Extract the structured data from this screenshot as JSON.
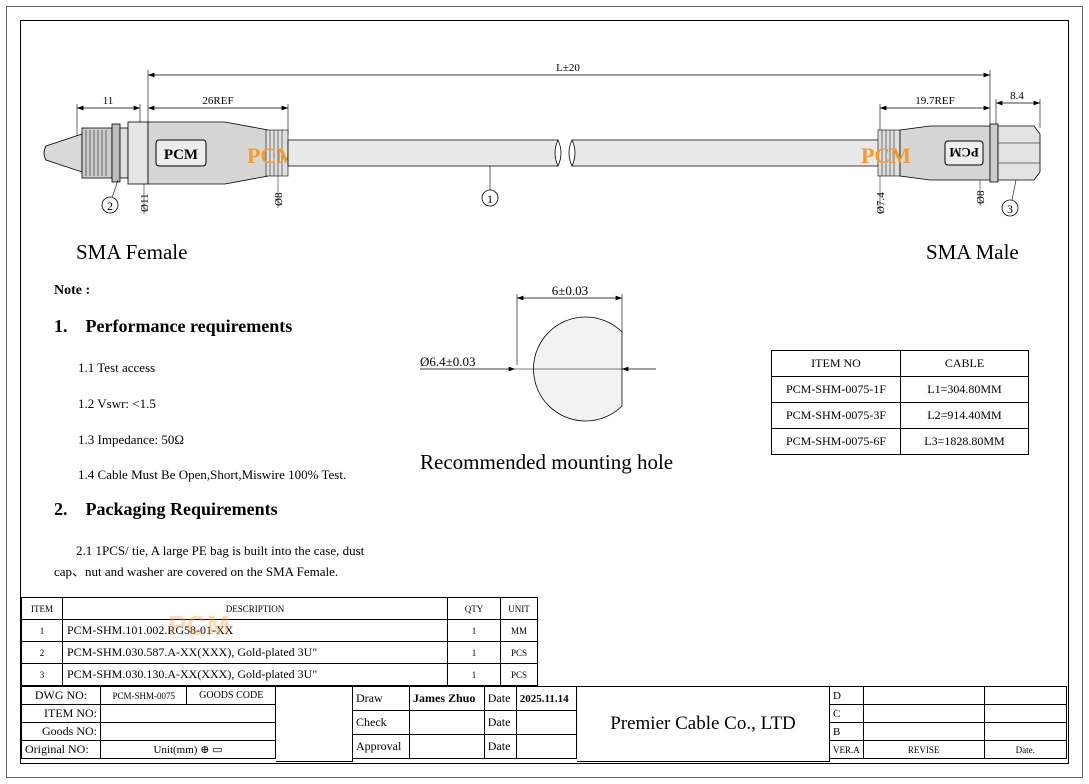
{
  "drawing": {
    "dim_length": "L±20",
    "dim_11": "11",
    "dim_26ref": "26REF",
    "dim_197ref": "19.7REF",
    "dim_84": "8.4",
    "dia_11": "Ø11",
    "dia_8_left": "Ø8",
    "dia_74": "Ø7.4",
    "dia_8_right": "Ø8",
    "callout_1": "1",
    "callout_2": "2",
    "callout_3": "3",
    "logo": "PCM",
    "left_connector": "SMA Female",
    "right_connector": "SMA Male"
  },
  "note": {
    "title": "Note :",
    "perf_title": "1.    Performance requirements",
    "perf_items": [
      "1.1 Test access",
      "1.2 Vswr: <1.5",
      "1.3 Impedance: 50Ω",
      "1.4 Cable Must Be Open,Short,Miswire 100% Test."
    ],
    "pack_title": "2.    Packaging Requirements",
    "pack_line1": "2.1 1PCS/ tie, A large PE bag is built into the case, dust",
    "pack_line2": "cap、nut and washer are covered on the SMA Female."
  },
  "hole": {
    "width_dim": "6±0.03",
    "dia_dim": "Ø6.4±0.03",
    "caption": "Recommended mounting hole"
  },
  "item_table": {
    "headers": [
      "ITEM NO",
      "CABLE"
    ],
    "rows": [
      [
        "PCM-SHM-0075-1F",
        "L1=304.80MM"
      ],
      [
        "PCM-SHM-0075-3F",
        "L2=914.40MM"
      ],
      [
        "PCM-SHM-0075-6F",
        "L3=1828.80MM"
      ]
    ]
  },
  "bom": {
    "headers": [
      "ITEM",
      "DESCRIPTION",
      "QTY",
      "UNIT"
    ],
    "rows": [
      [
        "1",
        "PCM-SHM.101.002.RG58-01-XX",
        "1",
        "MM"
      ],
      [
        "2",
        "PCM-SHM.030.587.A-XX(XXX), Gold-plated 3U\"",
        "1",
        "PCS"
      ],
      [
        "3",
        "PCM-SHM.030.130.A-XX(XXX), Gold-plated 3U\"",
        "1",
        "PCS"
      ]
    ]
  },
  "title_block": {
    "dwg_no_label": "DWG NO:",
    "dwg_no_value": "PCM-SHM-0075",
    "goods_code_label": "GOODS CODE",
    "item_no_label": "ITEM NO:",
    "goods_no_label": "Goods NO:",
    "original_no_label": "Original NO:",
    "unit_label": "Unit(mm)",
    "draw_label": "Draw",
    "draw_name": "James Zhuo",
    "check_label": "Check",
    "approval_label": "Approval",
    "date_label": "Date",
    "draw_date": "2025.11.14",
    "company": "Premier Cable Co., LTD",
    "rev_d": "D",
    "rev_c": "C",
    "rev_b": "B",
    "ver_label": "VER.A",
    "revise_label": "REVISE",
    "rdate_label": "Date."
  },
  "colors": {
    "logo_orange": "#F39A2C",
    "cable_gray": "#E9E9E9",
    "hole_fill": "#F2F2F2"
  }
}
